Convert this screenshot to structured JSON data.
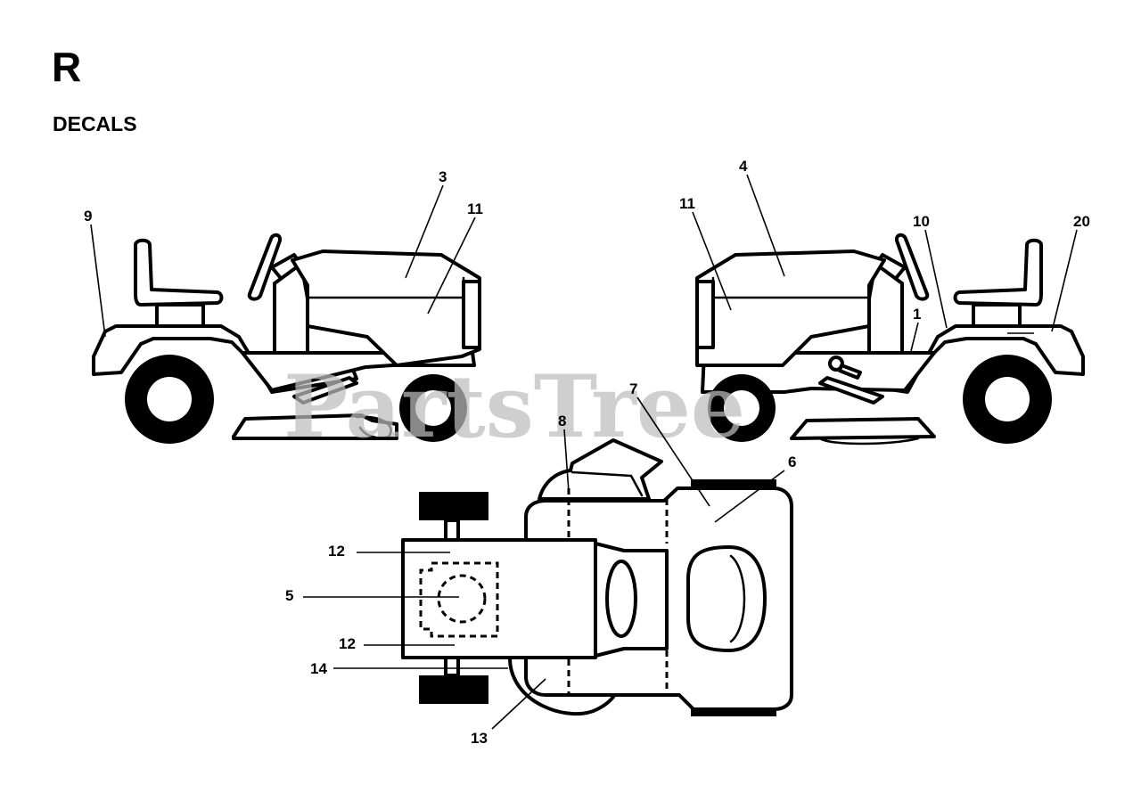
{
  "header": {
    "section_letter": "R",
    "section_title": "DECALS"
  },
  "watermark": "PartsTree",
  "callouts": {
    "left_tractor": [
      "9",
      "3",
      "11"
    ],
    "right_tractor": [
      "4",
      "11",
      "10",
      "20",
      "1"
    ],
    "top_view": [
      "8",
      "7",
      "6",
      "12",
      "5",
      "12",
      "14",
      "13"
    ]
  }
}
